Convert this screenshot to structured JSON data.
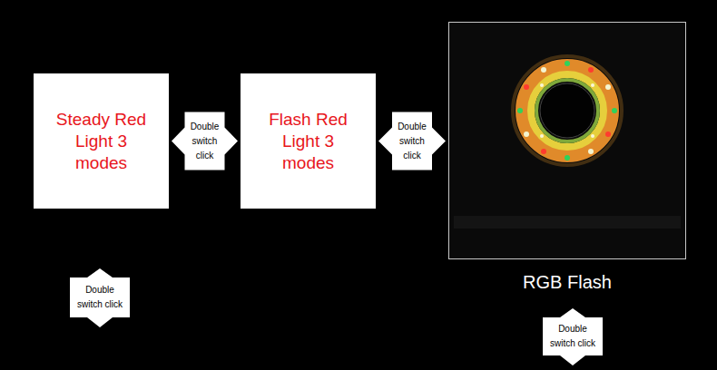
{
  "diagram": {
    "nodes": [
      {
        "text": [
          "Steady Red Light 3 modes"
        ]
      },
      {
        "text": [
          "Flash Red Light 3 modes"
        ]
      },
      {
        "text": [
          "RGB Flash"
        ]
      }
    ],
    "edges": [
      {
        "from": 0,
        "to": 1,
        "arrow": "both",
        "label": "Double switch click"
      },
      {
        "from": 1,
        "to": 2,
        "arrow": "both",
        "label": "Double switch click"
      }
    ],
    "labels": [
      "Double switch click",
      "Double switch click"
    ]
  }
}
